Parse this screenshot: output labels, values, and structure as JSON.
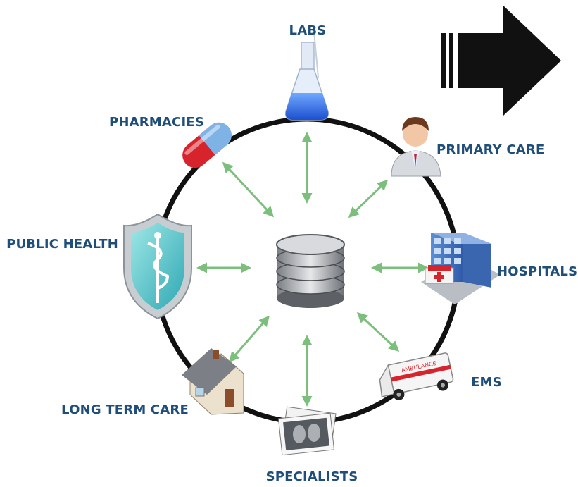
{
  "nodes": [
    {
      "id": "labs",
      "label": "LABS",
      "icon": "lab-flask-icon"
    },
    {
      "id": "primary-care",
      "label": "PRIMARY CARE",
      "icon": "doctor-icon"
    },
    {
      "id": "hospitals",
      "label": "HOSPITALS",
      "icon": "hospital-building-icon"
    },
    {
      "id": "ems",
      "label": "EMS",
      "icon": "ambulance-icon"
    },
    {
      "id": "specialists",
      "label": "SPECIALISTS",
      "icon": "xray-films-icon"
    },
    {
      "id": "long-term-care",
      "label": "LONG TERM CARE",
      "icon": "house-icon"
    },
    {
      "id": "public-health",
      "label": "PUBLIC HEALTH",
      "icon": "shield-caduceus-icon"
    },
    {
      "id": "pharmacies",
      "label": "PHARMACIES",
      "icon": "pill-capsule-icon"
    }
  ],
  "hub": {
    "icon": "database-icon"
  },
  "colors": {
    "label": "#1f4e7a",
    "ring": "#111111",
    "connector": "#7cbf7c",
    "big_arrow": "#111111"
  },
  "ambulance_text": "AMBULANCE"
}
